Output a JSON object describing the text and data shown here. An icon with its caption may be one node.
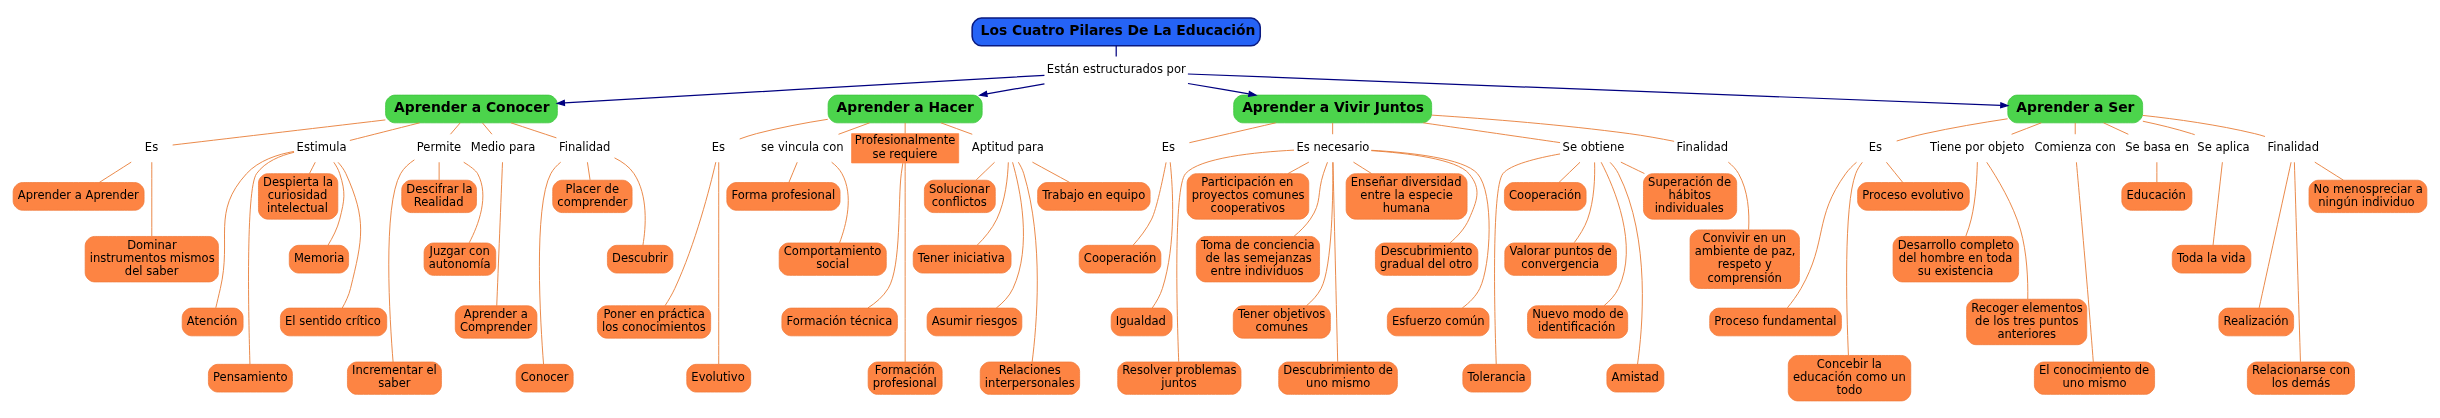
{
  "diagram": {
    "nodes": [
      {
        "text": [
          "Los Cuatro Pilares De La Educación"
        ]
      },
      {
        "text": [
          "Están estructurados por"
        ]
      },
      {
        "text": [
          "Aprender a Conocer"
        ]
      },
      {
        "text": [
          "Aprender a Hacer"
        ]
      },
      {
        "text": [
          "Aprender a Vivir Juntos"
        ]
      },
      {
        "text": [
          "Aprender a Ser"
        ]
      },
      {
        "text": [
          "Es"
        ]
      },
      {
        "text": [
          "Aprender a Aprender"
        ]
      },
      {
        "text": [
          "Dominar instrumentos mismos del saber"
        ]
      },
      {
        "text": [
          "Estimula"
        ]
      },
      {
        "text": [
          "Atención"
        ]
      },
      {
        "text": [
          "Pensamiento"
        ]
      },
      {
        "text": [
          "Despierta la curiosidad intelectual"
        ]
      },
      {
        "text": [
          "Memoria"
        ]
      },
      {
        "text": [
          "El sentido crítico"
        ]
      },
      {
        "text": [
          "Permite"
        ]
      },
      {
        "text": [
          "Incrementar el saber"
        ]
      },
      {
        "text": [
          "Descifrar la Realidad"
        ]
      },
      {
        "text": [
          "Juzgar con autonomía"
        ]
      },
      {
        "text": [
          "Medio para"
        ]
      },
      {
        "text": [
          "Aprender a Comprender"
        ]
      },
      {
        "text": [
          "Finalidad"
        ]
      },
      {
        "text": [
          "Conocer"
        ]
      },
      {
        "text": [
          "Placer de comprender"
        ]
      },
      {
        "text": [
          "Descubrir"
        ]
      },
      {
        "text": [
          "Es"
        ]
      },
      {
        "text": [
          "Poner en práctica los conocimientos"
        ]
      },
      {
        "text": [
          "Evolutivo"
        ]
      },
      {
        "text": [
          "se vincula con"
        ]
      },
      {
        "text": [
          "Forma profesional"
        ]
      },
      {
        "text": [
          "Comportamiento social"
        ]
      },
      {
        "text": [
          "Profesionalmente se requiere"
        ]
      },
      {
        "text": [
          "Formación técnica"
        ]
      },
      {
        "text": [
          "Formación profesional"
        ]
      },
      {
        "text": [
          "Aptitud para"
        ]
      },
      {
        "text": [
          "Solucionar conflictos"
        ]
      },
      {
        "text": [
          "Tener iniciativa"
        ]
      },
      {
        "text": [
          "Asumir riesgos"
        ]
      },
      {
        "text": [
          "Relaciones interpersonales"
        ]
      },
      {
        "text": [
          "Trabajo en equipo"
        ]
      },
      {
        "text": [
          "Es"
        ]
      },
      {
        "text": [
          "Cooperación"
        ]
      },
      {
        "text": [
          "Igualdad"
        ]
      },
      {
        "text": [
          "Es necesario"
        ]
      },
      {
        "text": [
          "Resolver problemas juntos"
        ]
      },
      {
        "text": [
          "Participación en proyectos comunes cooperativos"
        ]
      },
      {
        "text": [
          "Toma de conciencia de las semejanzas entre individuos"
        ]
      },
      {
        "text": [
          "Tener objetivos comunes"
        ]
      },
      {
        "text": [
          "Descubrimiento de uno mismo"
        ]
      },
      {
        "text": [
          "Enseñar diversidad entre la especie humana"
        ]
      },
      {
        "text": [
          "Descubrimiento gradual del otro"
        ]
      },
      {
        "text": [
          "Esfuerzo común"
        ]
      },
      {
        "text": [
          "Se obtiene"
        ]
      },
      {
        "text": [
          "Tolerancia"
        ]
      },
      {
        "text": [
          "Cooperación"
        ]
      },
      {
        "text": [
          "Valorar puntos de convergencia"
        ]
      },
      {
        "text": [
          "Nuevo modo de identificación"
        ]
      },
      {
        "text": [
          "Amistad"
        ]
      },
      {
        "text": [
          "Superación de hábitos individuales"
        ]
      },
      {
        "text": [
          "Finalidad"
        ]
      },
      {
        "text": [
          "Convivir en un ambiente de paz, respeto y comprensión"
        ]
      },
      {
        "text": [
          "Es"
        ]
      },
      {
        "text": [
          "Proceso fundamental"
        ]
      },
      {
        "text": [
          "Concebir la educación como un todo"
        ]
      },
      {
        "text": [
          "Proceso evolutivo"
        ]
      },
      {
        "text": [
          "Tiene por objeto"
        ]
      },
      {
        "text": [
          "Desarrollo completo del hombre en toda su existencia"
        ]
      },
      {
        "text": [
          "Recoger elementos de los tres puntos anteriores"
        ]
      },
      {
        "text": [
          "Comienza con"
        ]
      },
      {
        "text": [
          "El conocimiento de uno mismo"
        ]
      },
      {
        "text": [
          "Se basa en"
        ]
      },
      {
        "text": [
          "Educación"
        ]
      },
      {
        "text": [
          "Se aplica"
        ]
      },
      {
        "text": [
          "Toda la vida"
        ]
      },
      {
        "text": [
          "Finalidad"
        ]
      },
      {
        "text": [
          "Realización"
        ]
      },
      {
        "text": [
          "Relacionarse con los demás"
        ]
      },
      {
        "text": [
          "No menospreciar a ningún individuo"
        ]
      }
    ],
    "edges": [
      {
        "from": 0,
        "to": 1,
        "arrow": "none",
        "color": "#000080"
      },
      {
        "from": 1,
        "to": 2,
        "arrow": "to",
        "color": "#000080"
      },
      {
        "from": 1,
        "to": 3,
        "arrow": "to",
        "color": "#000080"
      },
      {
        "from": 1,
        "to": 4,
        "arrow": "to",
        "color": "#000080"
      },
      {
        "from": 1,
        "to": 5,
        "arrow": "to",
        "color": "#000080"
      },
      {
        "from": 2,
        "to": 6,
        "arrow": "none"
      },
      {
        "from": 6,
        "to": 7,
        "arrow": "none"
      },
      {
        "from": 6,
        "to": 8,
        "arrow": "none"
      },
      {
        "from": 2,
        "to": 9,
        "arrow": "none"
      },
      {
        "from": 9,
        "to": 10,
        "arrow": "none"
      },
      {
        "from": 9,
        "to": 11,
        "arrow": "none"
      },
      {
        "from": 9,
        "to": 12,
        "arrow": "none"
      },
      {
        "from": 9,
        "to": 13,
        "arrow": "none"
      },
      {
        "from": 9,
        "to": 14,
        "arrow": "none"
      },
      {
        "from": 2,
        "to": 15,
        "arrow": "none"
      },
      {
        "from": 15,
        "to": 16,
        "arrow": "none"
      },
      {
        "from": 15,
        "to": 17,
        "arrow": "none"
      },
      {
        "from": 15,
        "to": 18,
        "arrow": "none"
      },
      {
        "from": 2,
        "to": 19,
        "arrow": "none"
      },
      {
        "from": 19,
        "to": 20,
        "arrow": "none"
      },
      {
        "from": 2,
        "to": 21,
        "arrow": "none"
      },
      {
        "from": 21,
        "to": 22,
        "arrow": "none"
      },
      {
        "from": 21,
        "to": 23,
        "arrow": "none"
      },
      {
        "from": 21,
        "to": 24,
        "arrow": "none"
      },
      {
        "from": 3,
        "to": 25,
        "arrow": "none"
      },
      {
        "from": 25,
        "to": 26,
        "arrow": "none"
      },
      {
        "from": 25,
        "to": 27,
        "arrow": "none"
      },
      {
        "from": 3,
        "to": 28,
        "arrow": "none"
      },
      {
        "from": 28,
        "to": 29,
        "arrow": "none"
      },
      {
        "from": 28,
        "to": 30,
        "arrow": "none"
      },
      {
        "from": 3,
        "to": 31,
        "arrow": "none"
      },
      {
        "from": 31,
        "to": 32,
        "arrow": "none"
      },
      {
        "from": 31,
        "to": 33,
        "arrow": "none"
      },
      {
        "from": 3,
        "to": 34,
        "arrow": "none"
      },
      {
        "from": 34,
        "to": 35,
        "arrow": "none"
      },
      {
        "from": 34,
        "to": 36,
        "arrow": "none"
      },
      {
        "from": 34,
        "to": 37,
        "arrow": "none"
      },
      {
        "from": 34,
        "to": 38,
        "arrow": "none"
      },
      {
        "from": 34,
        "to": 39,
        "arrow": "none"
      },
      {
        "from": 4,
        "to": 40,
        "arrow": "none"
      },
      {
        "from": 40,
        "to": 41,
        "arrow": "none"
      },
      {
        "from": 40,
        "to": 42,
        "arrow": "none"
      },
      {
        "from": 4,
        "to": 43,
        "arrow": "none"
      },
      {
        "from": 43,
        "to": 44,
        "arrow": "none"
      },
      {
        "from": 43,
        "to": 45,
        "arrow": "none"
      },
      {
        "from": 43,
        "to": 46,
        "arrow": "none"
      },
      {
        "from": 43,
        "to": 47,
        "arrow": "none"
      },
      {
        "from": 43,
        "to": 48,
        "arrow": "none"
      },
      {
        "from": 43,
        "to": 49,
        "arrow": "none"
      },
      {
        "from": 43,
        "to": 50,
        "arrow": "none"
      },
      {
        "from": 43,
        "to": 51,
        "arrow": "none"
      },
      {
        "from": 4,
        "to": 52,
        "arrow": "none"
      },
      {
        "from": 52,
        "to": 53,
        "arrow": "none"
      },
      {
        "from": 52,
        "to": 54,
        "arrow": "none"
      },
      {
        "from": 52,
        "to": 55,
        "arrow": "none"
      },
      {
        "from": 52,
        "to": 56,
        "arrow": "none"
      },
      {
        "from": 52,
        "to": 57,
        "arrow": "none"
      },
      {
        "from": 52,
        "to": 58,
        "arrow": "none"
      },
      {
        "from": 4,
        "to": 59,
        "arrow": "none"
      },
      {
        "from": 59,
        "to": 60,
        "arrow": "none"
      },
      {
        "from": 5,
        "to": 61,
        "arrow": "none"
      },
      {
        "from": 61,
        "to": 62,
        "arrow": "none"
      },
      {
        "from": 61,
        "to": 63,
        "arrow": "none"
      },
      {
        "from": 61,
        "to": 64,
        "arrow": "none"
      },
      {
        "from": 5,
        "to": 65,
        "arrow": "none"
      },
      {
        "from": 65,
        "to": 66,
        "arrow": "none"
      },
      {
        "from": 65,
        "to": 67,
        "arrow": "none"
      },
      {
        "from": 5,
        "to": 68,
        "arrow": "none"
      },
      {
        "from": 68,
        "to": 69,
        "arrow": "none"
      },
      {
        "from": 5,
        "to": 70,
        "arrow": "none"
      },
      {
        "from": 70,
        "to": 71,
        "arrow": "none"
      },
      {
        "from": 5,
        "to": 72,
        "arrow": "none"
      },
      {
        "from": 72,
        "to": 73,
        "arrow": "none"
      },
      {
        "from": 5,
        "to": 74,
        "arrow": "none"
      },
      {
        "from": 74,
        "to": 75,
        "arrow": "none"
      },
      {
        "from": 74,
        "to": 76,
        "arrow": "none"
      },
      {
        "from": 74,
        "to": 77,
        "arrow": "none"
      }
    ]
  }
}
